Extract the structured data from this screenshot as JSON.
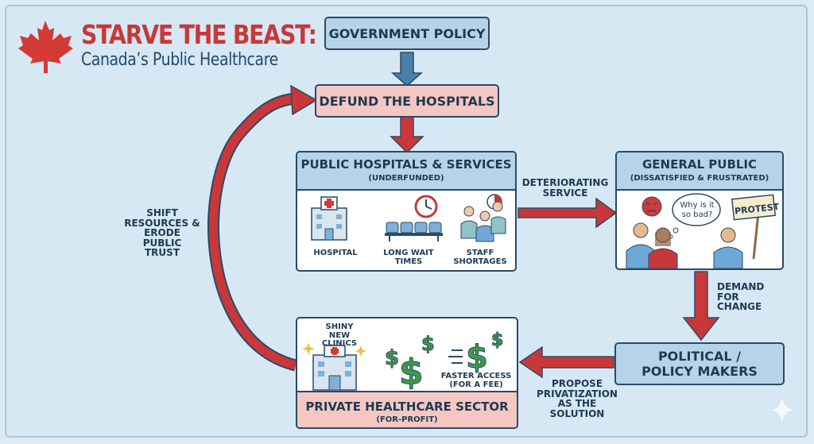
{
  "title": {
    "main": "STARVE THE BEAST:",
    "subtitle": "Canada’s Public Healthcare"
  },
  "nodes": {
    "government_policy": "GOVERNMENT POLICY",
    "defund": "DEFUND THE HOSPITALS",
    "public_hospitals": {
      "title": "PUBLIC HOSPITALS & SERVICES",
      "subtitle": "(UNDERFUNDED)",
      "items": [
        "HOSPITAL",
        "LONG WAIT TIMES",
        "STAFF SHORTAGES"
      ]
    },
    "general_public": {
      "title": "GENERAL PUBLIC",
      "subtitle": "(DISSATISFIED & FRUSTRATED)",
      "speech": "Why is it so bad?",
      "sign": "PROTEST"
    },
    "policy_makers": "POLITICAL / POLICY MAKERS",
    "private_sector": {
      "title": "PRIVATE HEALTHCARE SECTOR",
      "subtitle": "(FOR-PROFIT)",
      "items": [
        "SHINY NEW CLINICS",
        "FASTER ACCESS (FOR A FEE)"
      ]
    }
  },
  "edges": {
    "deteriorating": "DETERIORATING SERVICE",
    "demand": "DEMAND FOR CHANGE",
    "propose": "PROPOSE PRIVATIZATION AS THE SOLUTION",
    "shift": "SHIFT RESOURCES & ERODE PUBLIC TRUST"
  },
  "colors": {
    "accent_red": "#c8383a",
    "node_blue": "#b6d4e8",
    "node_pink": "#f4c7c3",
    "background": "#d6e8f4"
  }
}
